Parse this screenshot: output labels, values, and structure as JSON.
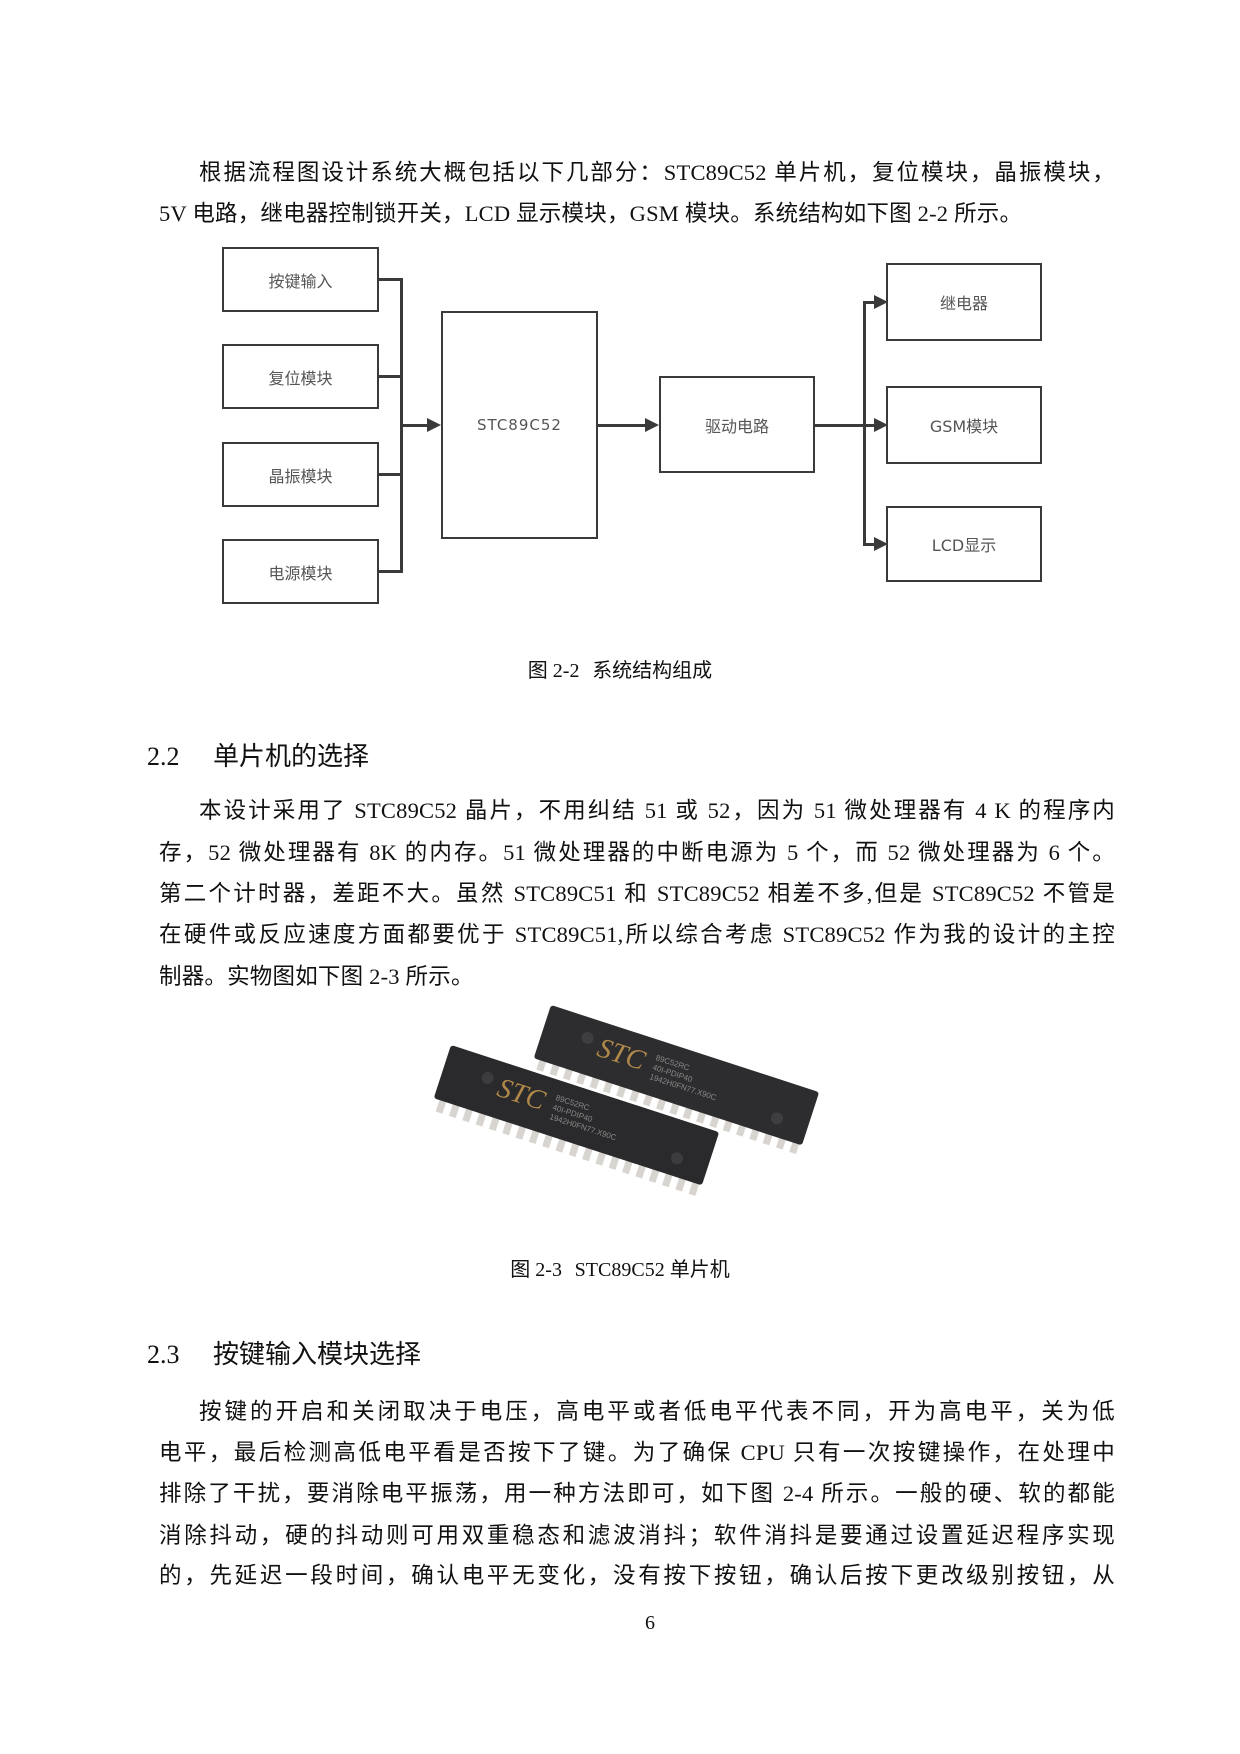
{
  "paragraph1": {
    "lines": [
      "根据流程图设计系统大概包括以下几部分：STC89C52 单片机，复位模块，晶振模块，",
      "5V 电路，继电器控制锁开关，LCD 显示模块，GSM 模块。系统结构如下图 2-2 所示。"
    ]
  },
  "figure_2_2": {
    "inputs": [
      "按键输入",
      "复位模块",
      "晶振模块",
      "电源模块"
    ],
    "mcu": "STC89C52",
    "driver": "驱动电路",
    "outputs": [
      "继电器",
      "GSM模块",
      "LCD显示"
    ],
    "caption_num": "图 2-2",
    "caption_text": "系统结构组成"
  },
  "section_2_2": {
    "number": "2.2",
    "title": "单片机的选择",
    "lines": [
      "本设计采用了 STC89C52 晶片，不用纠结 51 或 52，因为 51 微处理器有 4 K 的程序内",
      "存，52 微处理器有 8K 的内存。51 微处理器的中断电源为 5 个，而 52 微处理器为 6 个。",
      "第二个计时器，差距不大。虽然 STC89C51 和 STC89C52 相差不多,但是 STC89C52 不管是",
      "在硬件或反应速度方面都要优于 STC89C51,所以综合考虑 STC89C52 作为我的设计的主控",
      "制器。实物图如下图 2-3 所示。"
    ]
  },
  "figure_2_3": {
    "chip_brand": "STC",
    "chip_model": "89C52RC",
    "chip_package": "40I-PDIP40",
    "chip_lot": "1942H0FN77.X90C",
    "caption_num": "图 2-3",
    "caption_text": "STC89C52 单片机"
  },
  "section_2_3": {
    "number": "2.3",
    "title": "按键输入模块选择",
    "lines": [
      "按键的开启和关闭取决于电压，高电平或者低电平代表不同，开为高电平，关为低",
      "电平，最后检测高低电平看是否按下了键。为了确保 CPU 只有一次按键操作，在处理中",
      "排除了干扰，要消除电平振荡，用一种方法即可，如下图 2-4 所示。一般的硬、软的都能",
      "消除抖动，硬的抖动则可用双重稳态和滤波消抖；软件消抖是要通过设置延迟程序实现",
      "的，先延迟一段时间，确认电平无变化，没有按下按钮，确认后按下更改级别按钮，从"
    ]
  },
  "page_number": "6"
}
